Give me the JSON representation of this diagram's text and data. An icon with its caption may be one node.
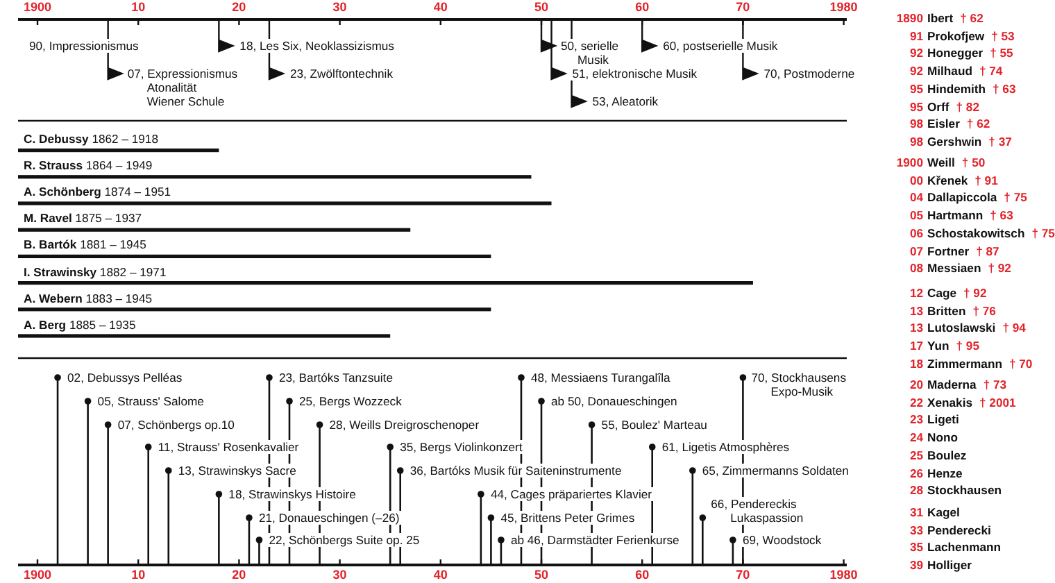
{
  "diagram": {
    "labels": [
      "1900",
      "10",
      "20",
      "30",
      "40",
      "50",
      "60",
      "70",
      "1980",
      "90, Impressionismus",
      "18, Les Six, Neoklassizismus",
      "50, serielle Musik",
      "60, postserielle Musik",
      "07, Expressionismus Atonalität Wiener Schule",
      "23, Zwölftontechnik",
      "51, elektronische Musik",
      "70, Postmoderne",
      "53, Aleatorik",
      "**C. Debussy** 1862 – 1918",
      "**R. Strauss** 1864 – 1949",
      "**A. Schönberg** 1874 – 1951",
      "**M. Ravel** 1875 – 1937",
      "**B. Bartók** 1881 – 1945",
      "**I. Strawinsky** 1882 – 1971",
      "**A. Webern** 1883 – 1945",
      "**A. Berg** 1885 – 1935",
      "02, Debussys Pelléas",
      "23, Bartóks Tanzsuite",
      "48, Messiaens Turangalîla",
      "70, Stockhausens Expo-Musik",
      "05, Strauss' Salome",
      "25, Bergs Wozzeck",
      "ab 50, Donaueschingen",
      "07, Schönbergs op.10",
      "28, Weills Dreigroschenoper",
      "55, Boulez' Marteau",
      "11, Strauss' Rosenkavalier",
      "35, Bergs Violinkonzert",
      "61, Ligetis Atmosphères",
      "13, Strawinskys Sacre",
      "36, Bartóks Musik für Saiteninstrumente",
      "65, Zimmermanns Soldaten",
      "18, Strawinskys Histoire",
      "44, Cages präpariertes Klavier",
      "66, Pendereckis Lukaspassion",
      "21, Donaueschingen (–26)",
      "45, Brittens Peter Grimes",
      "22, Schönbergs Suite op. 25",
      "ab 46, Darmstädter Ferienkurse",
      "69, Woodstock",
      "1900",
      "10",
      "20",
      "30",
      "40",
      "50",
      "60",
      "70",
      "1980",
      "1890",
      "Ibert",
      "† 62",
      "91",
      "Prokofjew",
      "† 53",
      "92",
      "Honegger",
      "† 55",
      "92",
      "Milhaud",
      "† 74",
      "95",
      "Hindemith",
      "† 63",
      "95",
      "Orff",
      "† 82",
      "98",
      "Eisler",
      "† 62",
      "98",
      "Gershwin",
      "† 37",
      "1900",
      "Weill",
      "† 50",
      "00",
      "Křenek",
      "† 91",
      "04",
      "Dallapiccola",
      "† 75",
      "05",
      "Hartmann",
      "† 63",
      "06",
      "Schostakowitsch",
      "† 75",
      "07",
      "Fortner",
      "† 87",
      "08",
      "Messiaen",
      "† 92",
      "12",
      "Cage",
      "† 92",
      "13",
      "Britten",
      "† 76",
      "13",
      "Lutoslawski",
      "† 94",
      "17",
      "Yun",
      "† 95",
      "18",
      "Zimmermann",
      "† 70",
      "20",
      "Maderna",
      "† 73",
      "22",
      "Xenakis",
      "† 2001",
      "23",
      "Ligeti",
      "24",
      "Nono",
      "25",
      "Boulez",
      "26",
      "Henze",
      "28",
      "Stockhausen",
      "31",
      "Kagel",
      "33",
      "Penderecki",
      "35",
      "Lachenmann",
      "39",
      "Holliger"
    ]
  }
}
